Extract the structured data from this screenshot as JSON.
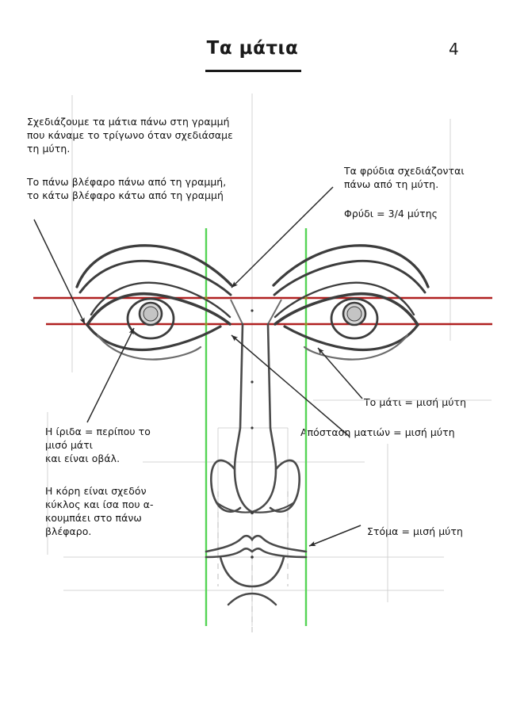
{
  "header": {
    "title": "Τα μάτια",
    "page_number": "4"
  },
  "notes": {
    "eyes_on_line": "Σχεδιάζουμε τα μάτια πάνω στη γραμμή\nπου κάναμε το τρίγωνο όταν σχεδιάσαμε\nτη μύτη.",
    "eyelids": "Το πάνω βλέφαρο πάνω από τη γραμμή,\nτο κάτω βλέφαρο κάτω από τη γραμμή",
    "eyebrows": "Τα φρύδια σχεδιάζονται\nπάνω από τη  μύτη.",
    "eyebrow_ratio": "Φρύδι = 3/4 μύτης",
    "iris": "Η ίριδα = περίπου το\nμισό μάτι\nκαι είναι οβάλ.",
    "pupil": "Η κόρη είναι σχεδόν\nκύκλος και ίσα που α-\nκουμπάει στο πάνω\nβλέφαρο.",
    "eye_ratio": "Το μάτι = μισή μύτη",
    "eye_distance": "Απόσταση ματιών = μισή μύτη",
    "mouth_ratio": "Στόμα = μισή μύτη"
  },
  "drawing": {
    "description": "Pencil sketch construction drawing of a pair of eyes with eyebrows, a nose and a mouth, overlaid with red horizontal guide lines and green vertical guide lines.",
    "guide_colors": {
      "horizontal_guide": "#b02020",
      "vertical_guide": "#55d455",
      "construction_line": "#b9b9b9",
      "pencil": "#3a3a3a"
    },
    "guides": {
      "red_line_upper_label": "upper eyelid line",
      "red_line_lower_label": "lower eyelid line",
      "green_line_left_label": "inner eye corner left",
      "green_line_right_label": "inner eye corner right"
    }
  }
}
